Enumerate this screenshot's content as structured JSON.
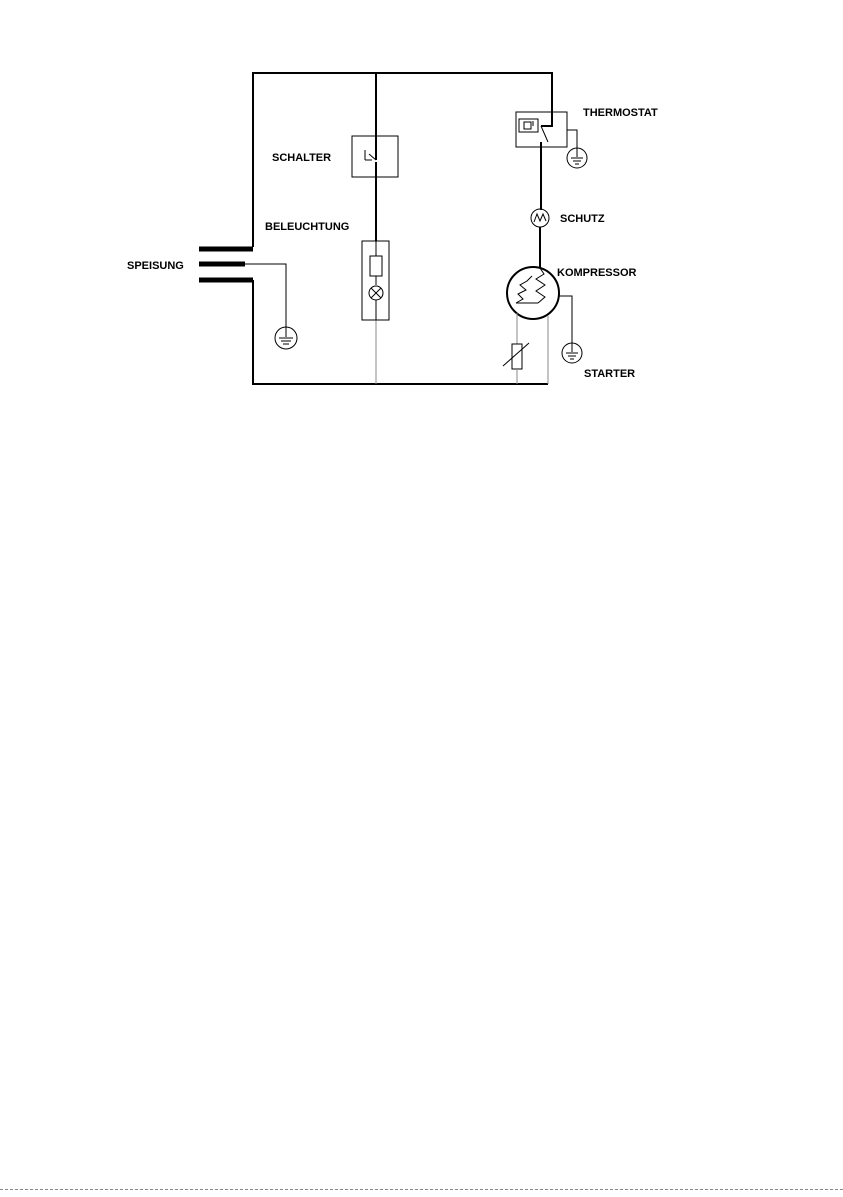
{
  "diagram": {
    "labels": {
      "supply": "SPEISUNG",
      "switch": "SCHALTER",
      "lighting": "BELEUCHTUNG",
      "thermostat": "THERMOSTAT",
      "protector": "SCHUTZ",
      "compressor": "KOMPRESSOR",
      "starter": "STARTER"
    }
  }
}
